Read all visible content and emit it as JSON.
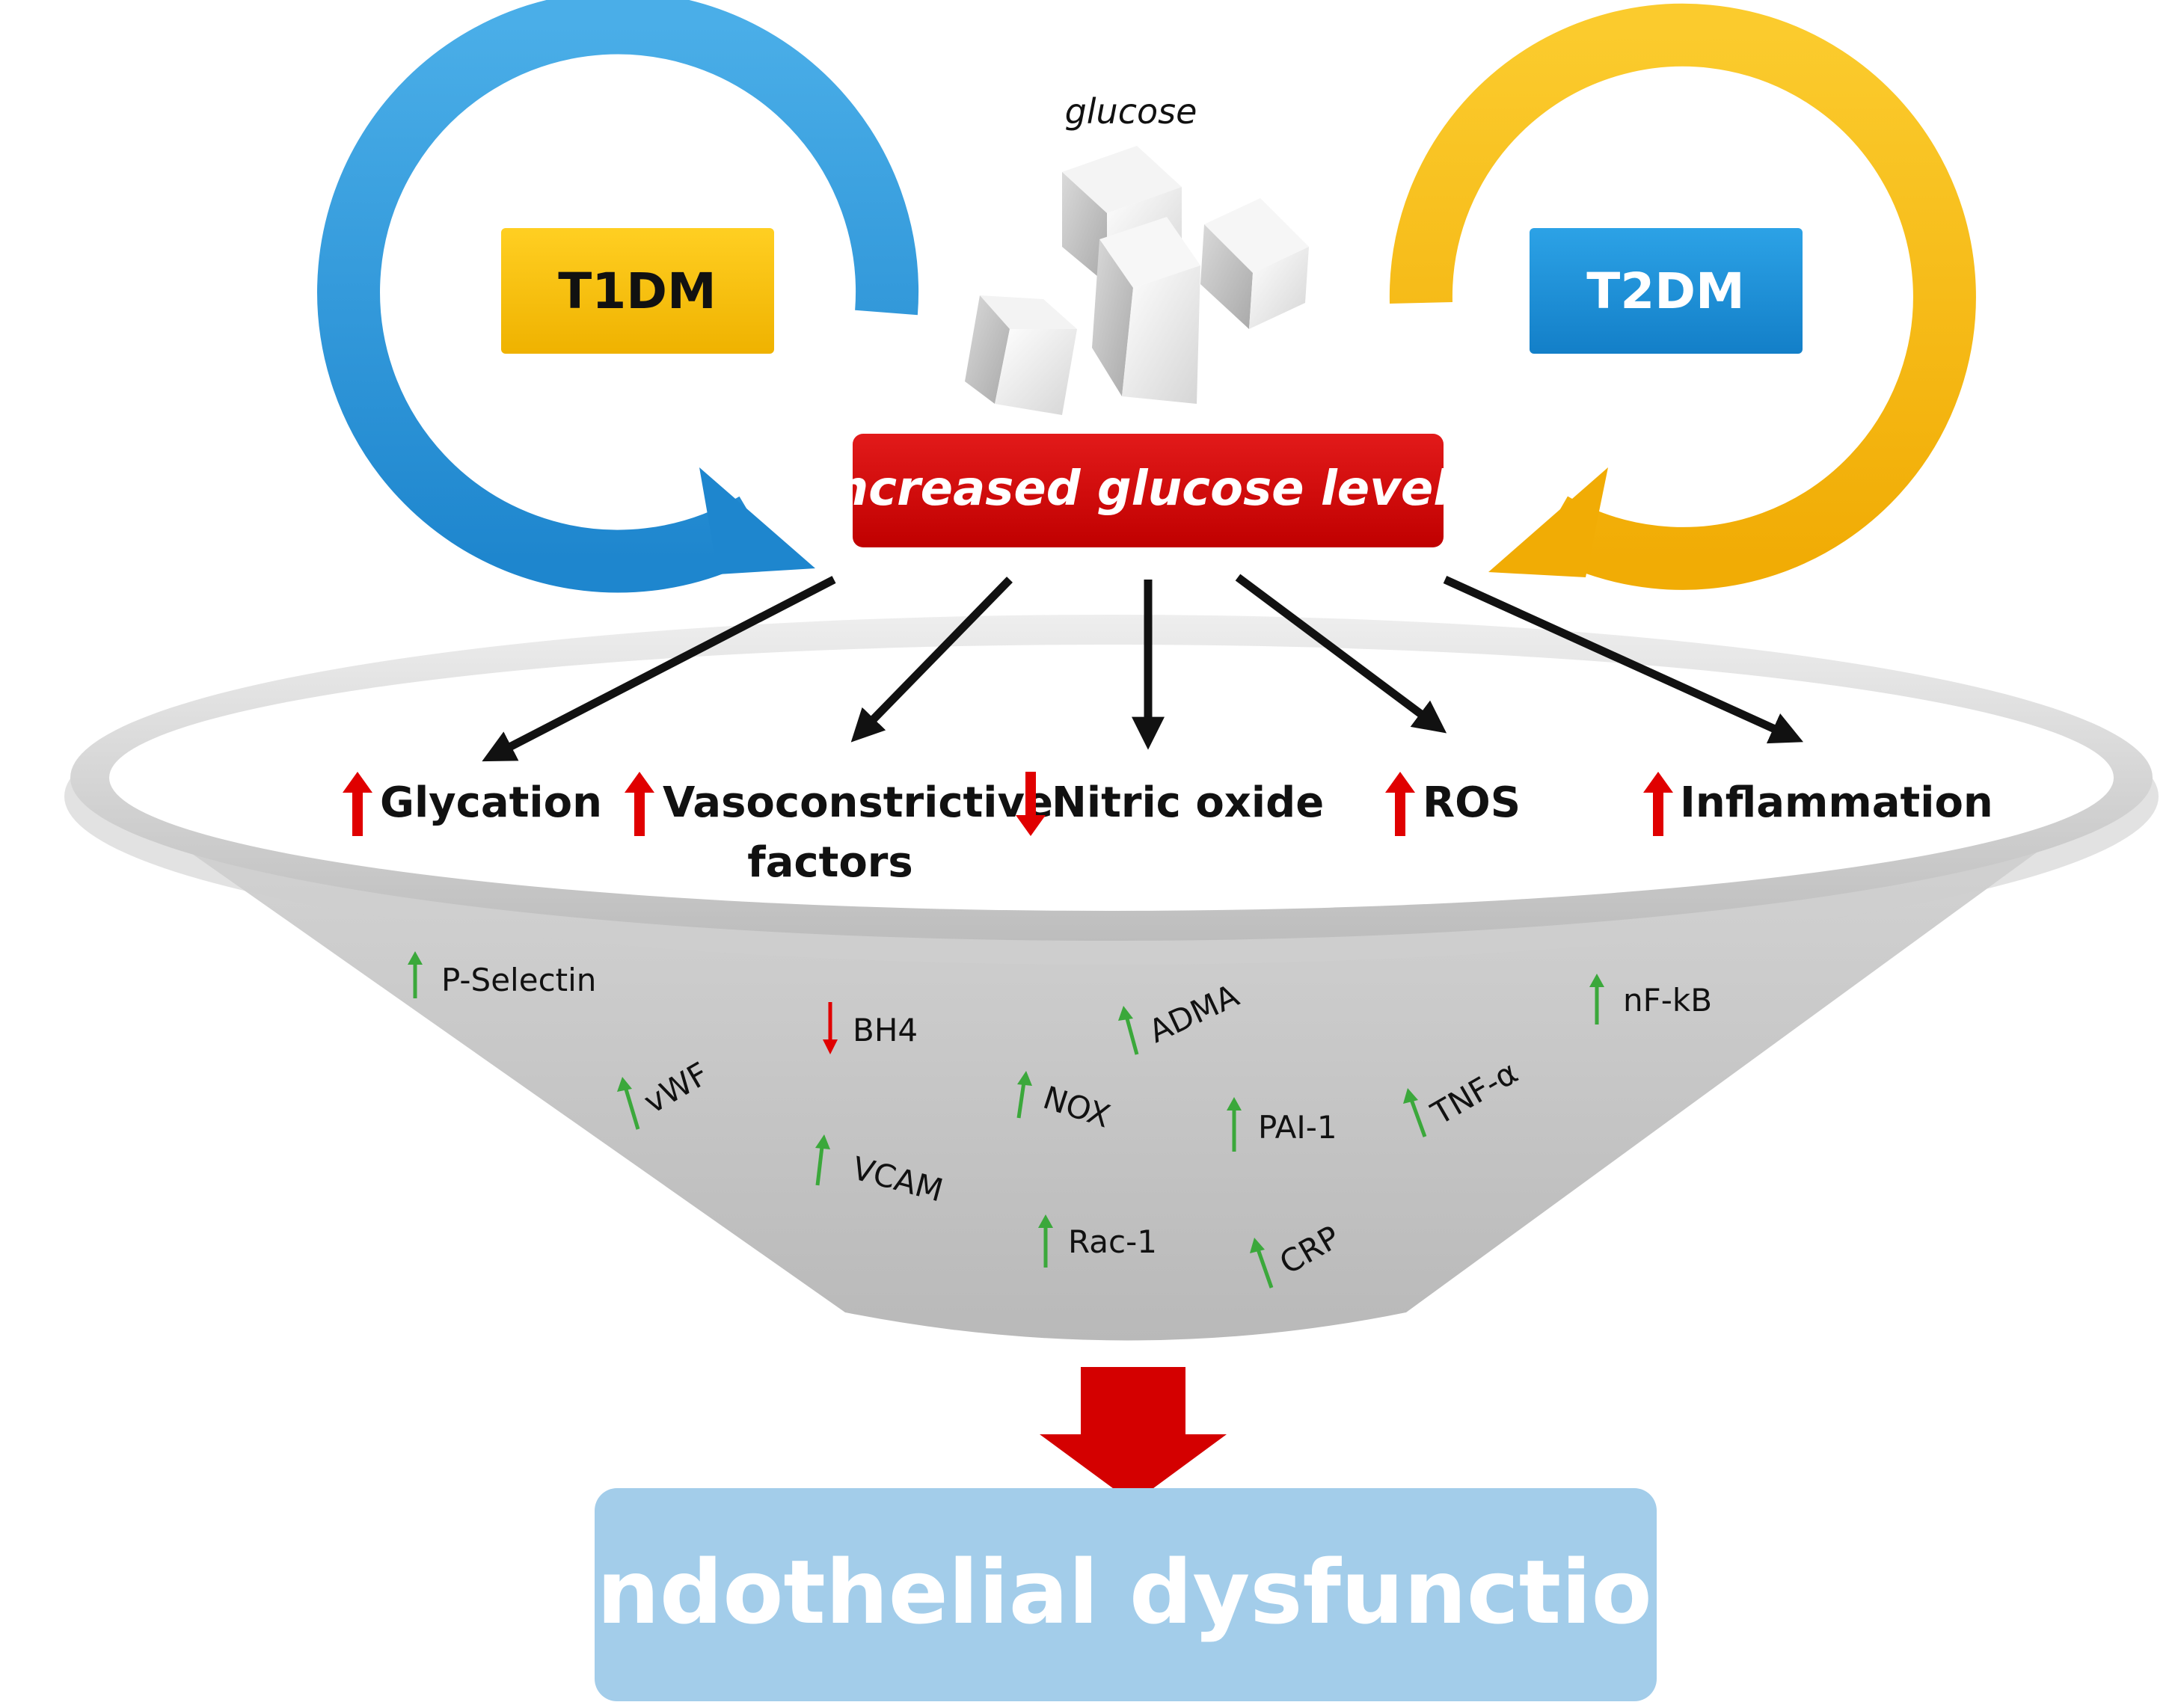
{
  "colors": {
    "t1dm_cycle": "#2D96D8",
    "t2dm_cycle": "#F7BC12",
    "t1dm_box": "#F6C20E",
    "t2dm_box": "#1A8FD6",
    "glucose_box": "#D40000",
    "up_arrow": "#E00000",
    "marker_up": "#3BA83B",
    "marker_down": "#E00000",
    "funnel": "#C9C9C9",
    "result_box": "#A3CDEA",
    "big_arrow": "#D40000"
  },
  "t1dm": {
    "label": "T1DM"
  },
  "t2dm": {
    "label": "T2DM"
  },
  "glucose": {
    "caption": "glucose",
    "icon": "sugar-cubes-icon"
  },
  "trigger": {
    "label": "increased glucose levels"
  },
  "effects": [
    {
      "direction": "up",
      "label": "Glycation"
    },
    {
      "direction": "up",
      "label_line1": "Vasoconstrictive",
      "label_line2": "factors"
    },
    {
      "direction": "down",
      "label": "Nitric oxide"
    },
    {
      "direction": "up",
      "label": "ROS"
    },
    {
      "direction": "up",
      "label": "Inflammation"
    }
  ],
  "markers": [
    {
      "direction": "up",
      "label": "P-Selectin"
    },
    {
      "direction": "down",
      "label": "BH4"
    },
    {
      "direction": "up",
      "label": "ADMA"
    },
    {
      "direction": "up",
      "label": "nF-kB"
    },
    {
      "direction": "up",
      "label": "vWF"
    },
    {
      "direction": "up",
      "label": "NOX"
    },
    {
      "direction": "up",
      "label": "PAI-1"
    },
    {
      "direction": "up",
      "label": "TNF-α"
    },
    {
      "direction": "up",
      "label": "VCAM"
    },
    {
      "direction": "up",
      "label": "Rac-1"
    },
    {
      "direction": "up",
      "label": "CRP"
    }
  ],
  "result": {
    "label": "Endothelial dysfunction"
  }
}
